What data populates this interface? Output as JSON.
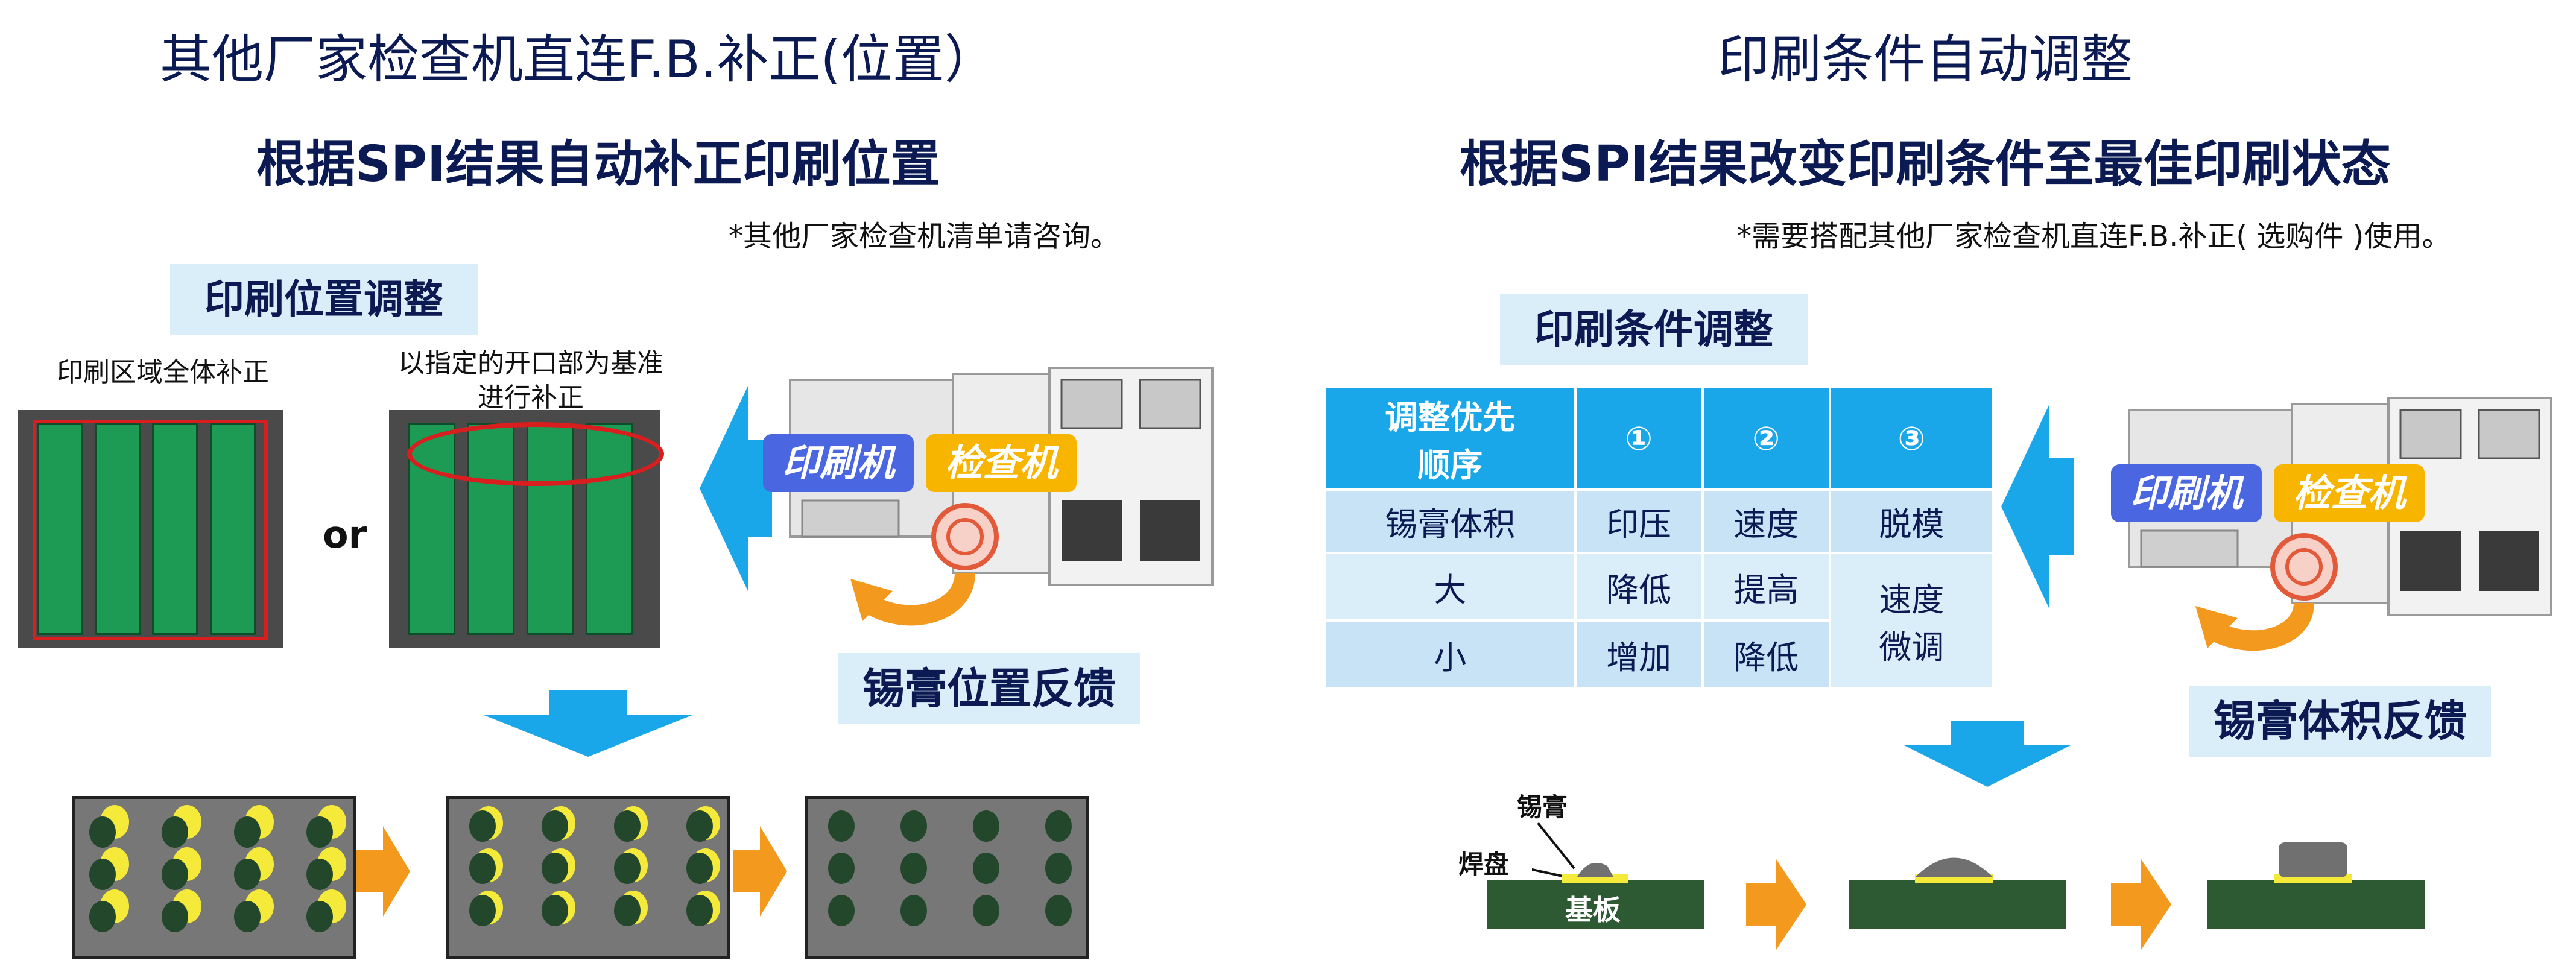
{
  "left": {
    "title": "其他厂家检查机直连F.B.补正(位置）",
    "subtitle": "根据SPI结果自动补正印刷位置",
    "note": "*其他厂家检查机清单请咨询。",
    "section_label": "印刷位置调整",
    "caption_full": "印刷区域全体补正",
    "caption_opening_line1": "以指定的开口部为基准",
    "caption_opening_line2": "进行补正",
    "or_text": "or",
    "printer_tag": "印刷机",
    "inspector_tag": "检查机",
    "feedback_label": "锡膏位置反馈"
  },
  "right": {
    "title": "印刷条件自动调整",
    "subtitle": "根据SPI结果改变印刷条件至最佳印刷状态",
    "note": "*需要搭配其他厂家检查机直连F.B.补正( 选购件 )使用。",
    "section_label": "印刷条件调整",
    "table": {
      "header": [
        "调整优先\n顺序",
        "①",
        "②",
        "③"
      ],
      "rows": [
        [
          "锡膏体积",
          "印压",
          "速度",
          "脱模"
        ],
        [
          "大",
          "降低",
          "提高",
          "速度\n微调"
        ],
        [
          "小",
          "增加",
          "降低",
          ""
        ]
      ]
    },
    "printer_tag": "印刷机",
    "inspector_tag": "检查机",
    "feedback_label": "锡膏体积反馈",
    "label_paste": "锡膏",
    "label_pad": "焊盘",
    "label_substrate": "基板"
  },
  "colors": {
    "title_navy": "#0b1a52",
    "label_bg": "#d9eef9",
    "table_header": "#1aa7ea",
    "arrow_blue": "#1aa7ea",
    "arrow_orange": "#f39a1e",
    "board_green": "#1d9b54",
    "substrate_green": "#2d5a32",
    "printer_tag": "#4a66e0",
    "inspector_tag": "#f7b500",
    "outline_red": "#d81e1e"
  }
}
